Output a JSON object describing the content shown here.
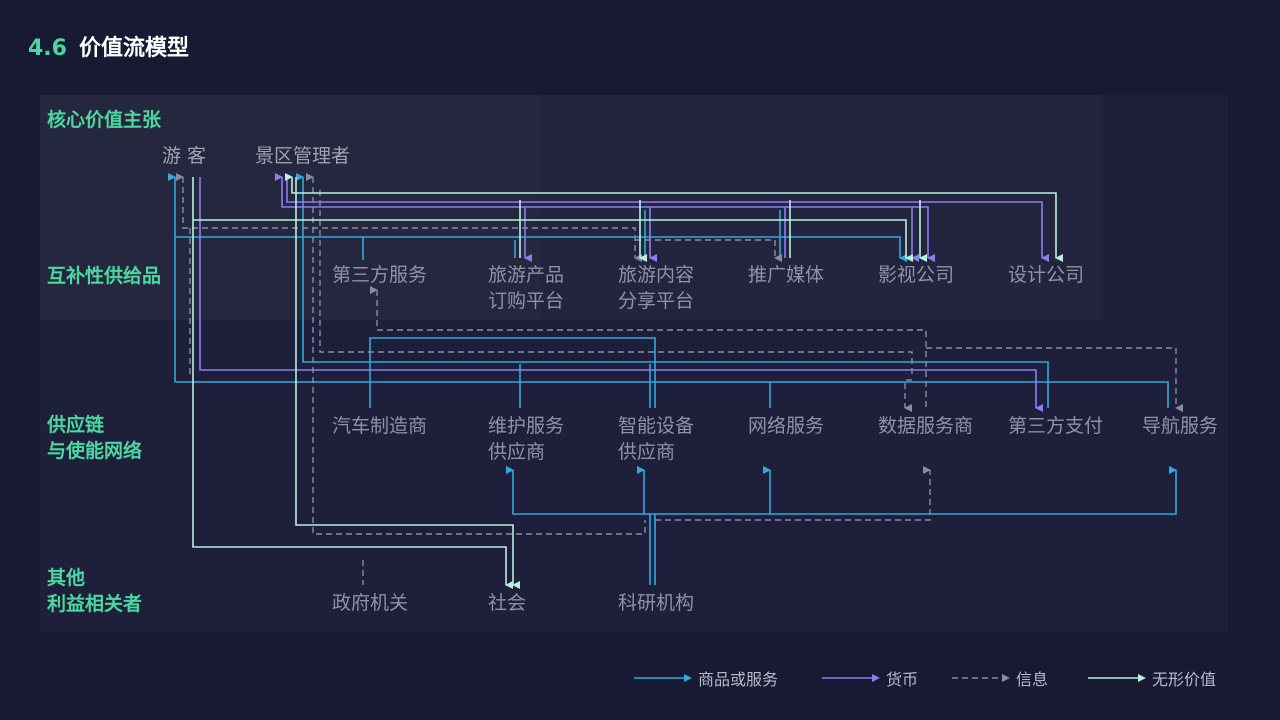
{
  "title": {
    "number": "4.6",
    "text": "价值流模型"
  },
  "sections": {
    "core": "核心价值主张",
    "complementary": "互补性供给品",
    "supply": "供应链\n与使能网络",
    "other": "其他\n利益相关者"
  },
  "nodes": {
    "tourist": "游 客",
    "manager": "景区管理者",
    "third_party_service": "第三方服务",
    "booking_platform": "旅游产品\n订购平台",
    "content_platform": "旅游内容\n分享平台",
    "media": "推广媒体",
    "film": "影视公司",
    "design": "设计公司",
    "car_maker": "汽车制造商",
    "maintenance": "维护服务\n供应商",
    "smart_device": "智能设备\n供应商",
    "network": "网络服务",
    "data_service": "数据服务商",
    "payment": "第三方支付",
    "navigation": "导航服务",
    "government": "政府机关",
    "society": "社会",
    "research": "科研机构"
  },
  "legend": [
    {
      "label": "商品或服务",
      "color": "#2fa9e0",
      "style": "solid"
    },
    {
      "label": "货币",
      "color": "#8b7ff0",
      "style": "solid"
    },
    {
      "label": "信息",
      "color": "#8a8ca3",
      "style": "dashed"
    },
    {
      "label": "无形价值",
      "color": "#b7f0e0",
      "style": "solid"
    }
  ]
}
